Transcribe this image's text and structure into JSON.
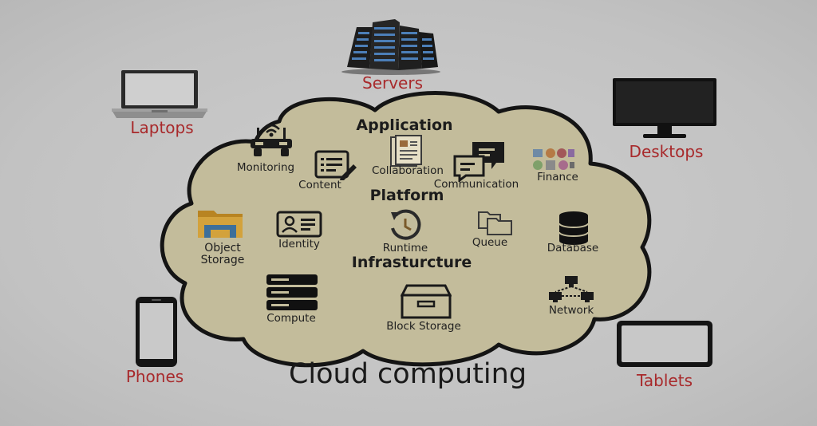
{
  "devices": {
    "servers": "Servers",
    "laptops": "Laptops",
    "desktops": "Desktops",
    "phones": "Phones",
    "tablets": "Tablets"
  },
  "sections": {
    "application": "Application",
    "platform": "Platform",
    "infrastructure": "Infrasturcture"
  },
  "services": {
    "monitoring": "Monitoring",
    "content": "Content",
    "collaboration": "Collaboration",
    "communication": "Communication",
    "finance": "Finance",
    "object_storage": "Object\nStorage",
    "identity": "Identity",
    "runtime": "Runtime",
    "queue": "Queue",
    "database": "Database",
    "compute": "Compute",
    "block_storage": "Block Storage",
    "network": "Network"
  },
  "title": "Cloud computing",
  "colors": {
    "cloud_fill": "#c3bc9b",
    "cloud_stroke": "#141414",
    "device_label": "#a8292b",
    "background": "#c4c4c4",
    "server_glow": "#4c7fb8"
  },
  "icons": [
    "server-rack-icon",
    "laptop-icon",
    "desktop-monitor-icon",
    "phone-icon",
    "tablet-icon",
    "monitoring-icon",
    "content-icon",
    "collaboration-icon",
    "communication-icon",
    "finance-icon",
    "folder-icon",
    "identity-card-icon",
    "runtime-clock-icon",
    "queue-folders-icon",
    "database-icon",
    "compute-server-icon",
    "block-storage-icon",
    "network-icon"
  ]
}
